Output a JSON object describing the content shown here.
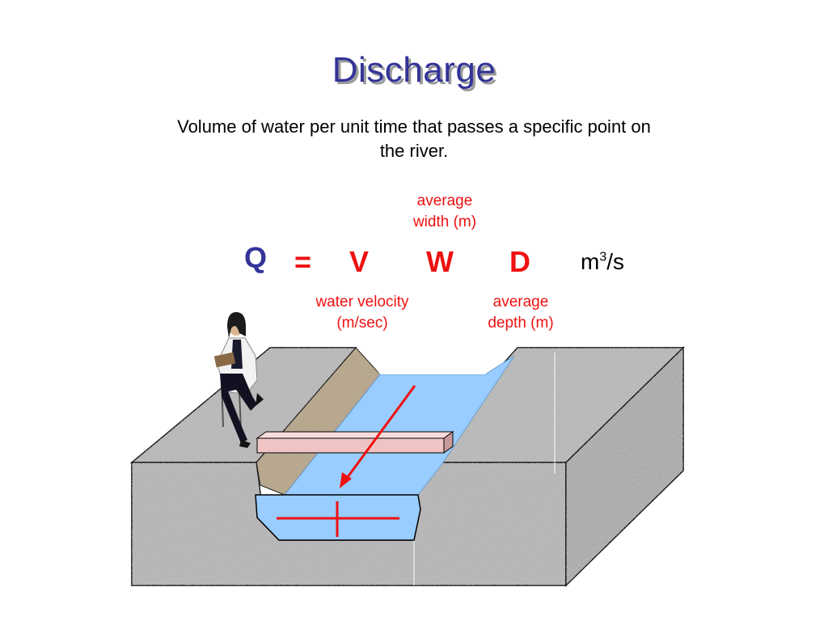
{
  "slide": {
    "title": "Discharge",
    "subtitle": "Volume of water per unit time that passes a specific point on the river."
  },
  "formula": {
    "q": "Q",
    "equals": "=",
    "v": "V",
    "w": "W",
    "d": "D",
    "unit_base": "m",
    "unit_exp": "3",
    "unit_tail": "/s"
  },
  "labels": {
    "width_line1": "average",
    "width_line2": "width (m)",
    "velocity_line1": "water velocity",
    "velocity_line2": "(m/sec)",
    "depth_line1": "average",
    "depth_line2": "depth (m)"
  },
  "colors": {
    "title": "#333399",
    "q_symbol": "#333399",
    "variables": "#ee1111",
    "water": "#99ccff",
    "rock": "#a8a8a8",
    "plank": "#f0c4c4"
  },
  "icons": {
    "person": "scientist-with-clipboard-icon"
  }
}
